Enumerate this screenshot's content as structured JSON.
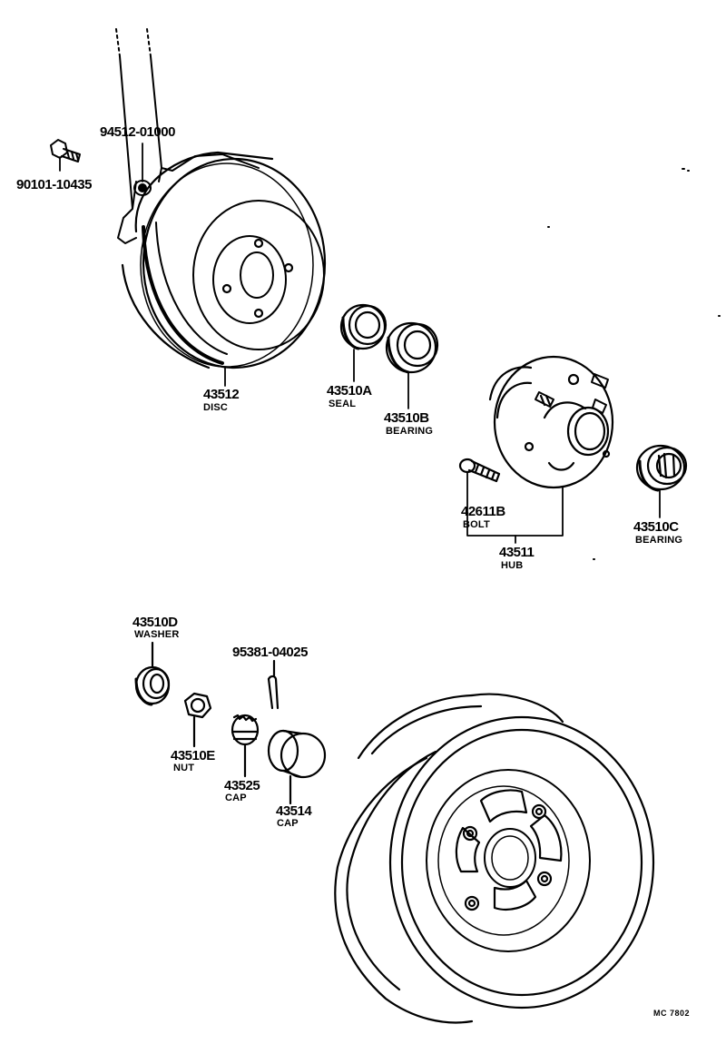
{
  "parts": {
    "bolt_upper": {
      "number": "90101-10435"
    },
    "nut_upper": {
      "number": "94512-01000"
    },
    "disc": {
      "number": "43512",
      "name": "DISC"
    },
    "seal": {
      "number": "43510A",
      "name": "SEAL"
    },
    "bearing_inner": {
      "number": "43510B",
      "name": "BEARING"
    },
    "hub_bolt": {
      "number": "42611B",
      "name": "BOLT"
    },
    "hub": {
      "number": "43511",
      "name": "HUB"
    },
    "bearing_outer": {
      "number": "43510C",
      "name": "BEARING"
    },
    "washer": {
      "number": "43510D",
      "name": "WASHER"
    },
    "cotter_pin": {
      "number": "95381-04025"
    },
    "nut": {
      "number": "43510E",
      "name": "NUT"
    },
    "nut_cap": {
      "number": "43525",
      "name": "CAP"
    },
    "grease_cap": {
      "number": "43514",
      "name": "CAP"
    }
  },
  "drawing_code": "MC 7802"
}
